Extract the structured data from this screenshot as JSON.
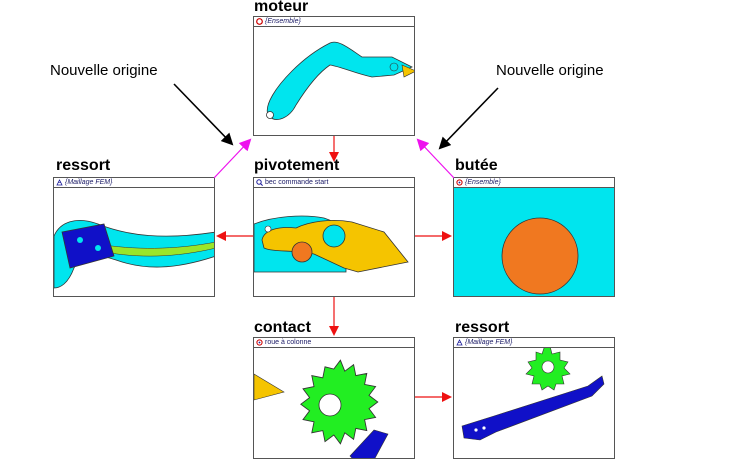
{
  "labels": {
    "moteur": "moteur",
    "pivotement": "pivotement",
    "ressort_left": "ressort",
    "butee": "butée",
    "contact": "contact",
    "ressort_right": "ressort"
  },
  "notes": {
    "left": "Nouvelle origine",
    "right": "Nouvelle origine"
  },
  "panels": {
    "moteur": {
      "title": "{Ensemble}",
      "icon": "circle-icon"
    },
    "pivotement": {
      "title": "bec commande start",
      "icon": "search-icon"
    },
    "ressort_left": {
      "title": "{Maillage FEM}",
      "icon": "mesh-icon"
    },
    "butee": {
      "title": "{Ensemble}",
      "icon": "gear-small-icon"
    },
    "contact": {
      "title": "roue à colonne",
      "icon": "gear-small-icon"
    },
    "ressort_right": {
      "title": "{Maillage FEM}",
      "icon": "mesh-icon"
    }
  },
  "colors": {
    "cyan": "#00e5ee",
    "orange": "#f07820",
    "yellow": "#f5c400",
    "green": "#22ee22",
    "blue": "#1010c8",
    "red_arrow": "#ee1111",
    "magenta_arrow": "#ee11ee",
    "black_arrow": "#000000"
  }
}
